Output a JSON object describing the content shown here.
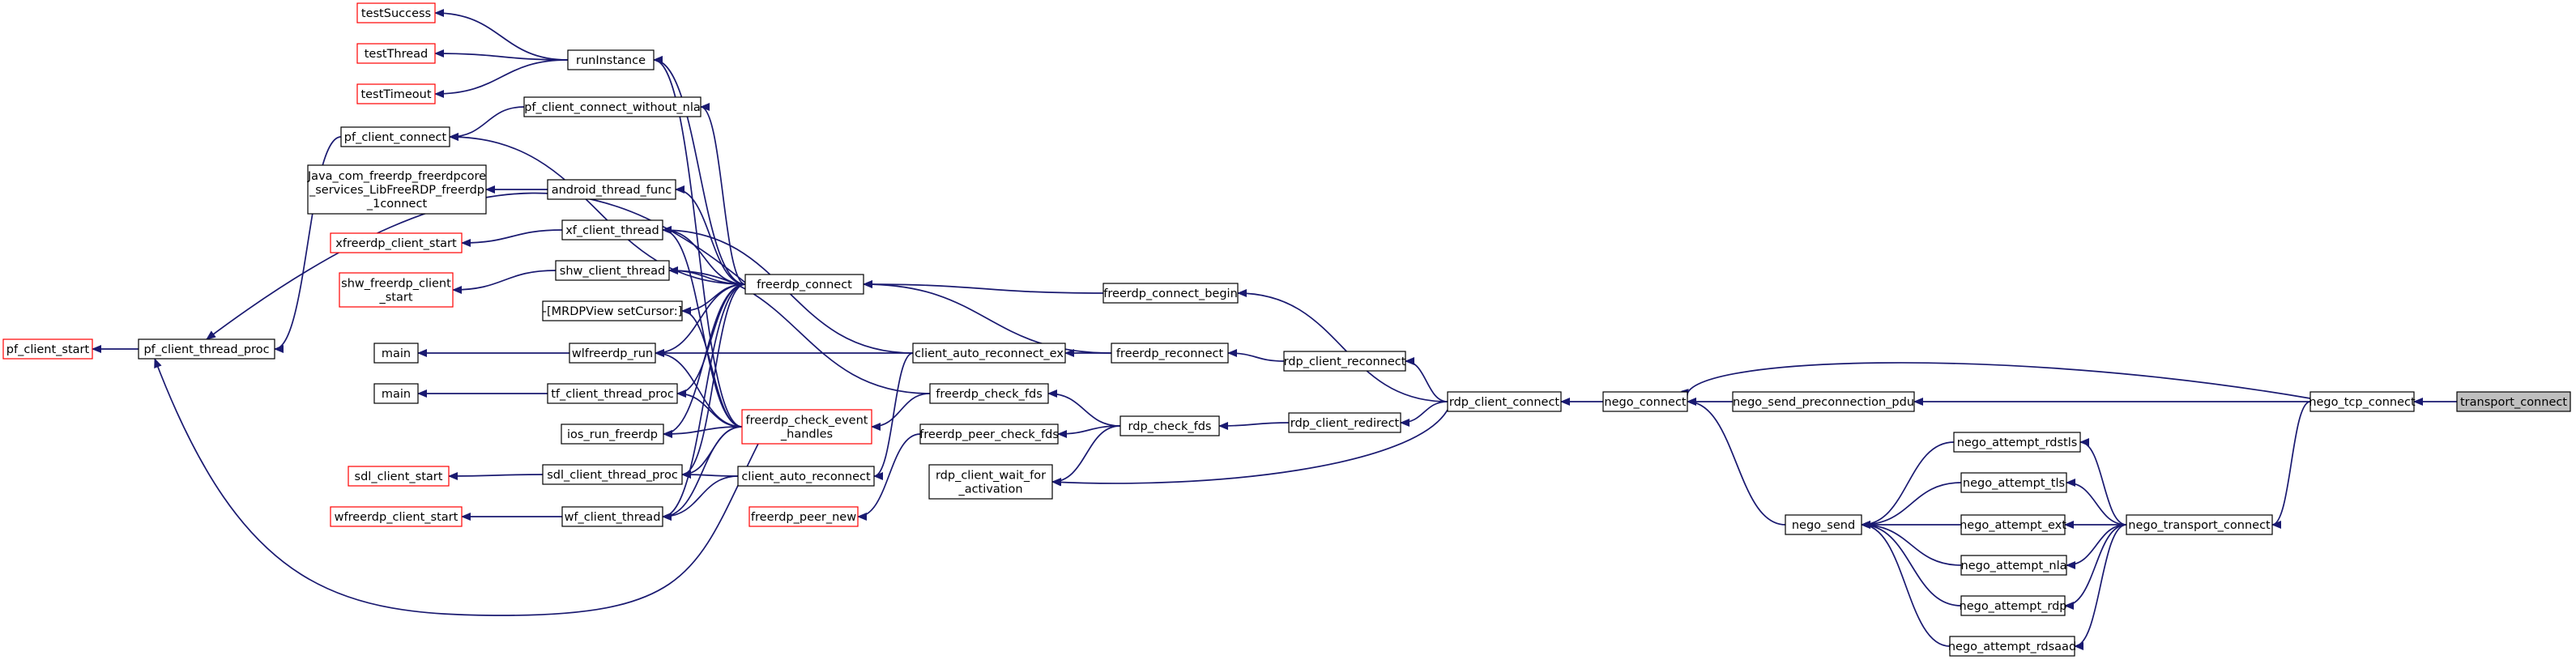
{
  "colors": {
    "edge": "#191970",
    "box_border": "#000000",
    "box_border_truncated": "#ff0000",
    "root_fill": "#bfbfbf",
    "node_fill": "#ffffff"
  },
  "nodes": {
    "testSuccess": [
      "testSuccess"
    ],
    "testThread": [
      "testThread"
    ],
    "testTimeout": [
      "testTimeout"
    ],
    "runInstance": [
      "runInstance"
    ],
    "pf_client_connect_without_nla": [
      "pf_client_connect_without_nla"
    ],
    "pf_client_connect": [
      "pf_client_connect"
    ],
    "java_connect": [
      "Java_com_freerdp_freerdpcore",
      "_services_LibFreeRDP_freerdp",
      "_1connect"
    ],
    "android_thread_func": [
      "android_thread_func"
    ],
    "xfreerdp_client_start": [
      "xfreerdp_client_start"
    ],
    "xf_client_thread": [
      "xf_client_thread"
    ],
    "shw_freerdp_client_start": [
      "shw_freerdp_client",
      "_start"
    ],
    "shw_client_thread": [
      "shw_client_thread"
    ],
    "mrdpview": [
      "-[MRDPView setCursor:]"
    ],
    "pf_client_start": [
      "pf_client_start"
    ],
    "pf_client_thread_proc": [
      "pf_client_thread_proc"
    ],
    "main1": [
      "main"
    ],
    "wlfreerdp_run": [
      "wlfreerdp_run"
    ],
    "main2": [
      "main"
    ],
    "tf_client_thread_proc": [
      "tf_client_thread_proc"
    ],
    "ios_run_freerdp": [
      "ios_run_freerdp"
    ],
    "sdl_client_start": [
      "sdl_client_start"
    ],
    "sdl_client_thread_proc": [
      "sdl_client_thread_proc"
    ],
    "wfreerdp_client_start": [
      "wfreerdp_client_start"
    ],
    "wf_client_thread": [
      "wf_client_thread"
    ],
    "freerdp_connect": [
      "freerdp_connect"
    ],
    "freerdp_check_event_handles": [
      "freerdp_check_event",
      "_handles"
    ],
    "client_auto_reconnect": [
      "client_auto_reconnect"
    ],
    "freerdp_peer_new": [
      "freerdp_peer_new"
    ],
    "client_auto_reconnect_ex": [
      "client_auto_reconnect_ex"
    ],
    "freerdp_check_fds": [
      "freerdp_check_fds"
    ],
    "freerdp_peer_check_fds": [
      "freerdp_peer_check_fds"
    ],
    "rdp_client_wait_for_activation": [
      "rdp_client_wait_for",
      "_activation"
    ],
    "freerdp_connect_begin": [
      "freerdp_connect_begin"
    ],
    "freerdp_reconnect": [
      "freerdp_reconnect"
    ],
    "rdp_check_fds": [
      "rdp_check_fds"
    ],
    "rdp_client_reconnect": [
      "rdp_client_reconnect"
    ],
    "rdp_client_redirect": [
      "rdp_client_redirect"
    ],
    "rdp_client_connect": [
      "rdp_client_connect"
    ],
    "nego_connect": [
      "nego_connect"
    ],
    "nego_send_preconnection_pdu": [
      "nego_send_preconnection_pdu"
    ],
    "nego_send": [
      "nego_send"
    ],
    "nego_attempt_rdstls": [
      "nego_attempt_rdstls"
    ],
    "nego_attempt_tls": [
      "nego_attempt_tls"
    ],
    "nego_attempt_ext": [
      "nego_attempt_ext"
    ],
    "nego_attempt_nla": [
      "nego_attempt_nla"
    ],
    "nego_attempt_rdp": [
      "nego_attempt_rdp"
    ],
    "nego_attempt_rdsaad": [
      "nego_attempt_rdsaad"
    ],
    "nego_transport_connect": [
      "nego_transport_connect"
    ],
    "nego_tcp_connect": [
      "nego_tcp_connect"
    ],
    "transport_connect": [
      "transport_connect"
    ]
  }
}
